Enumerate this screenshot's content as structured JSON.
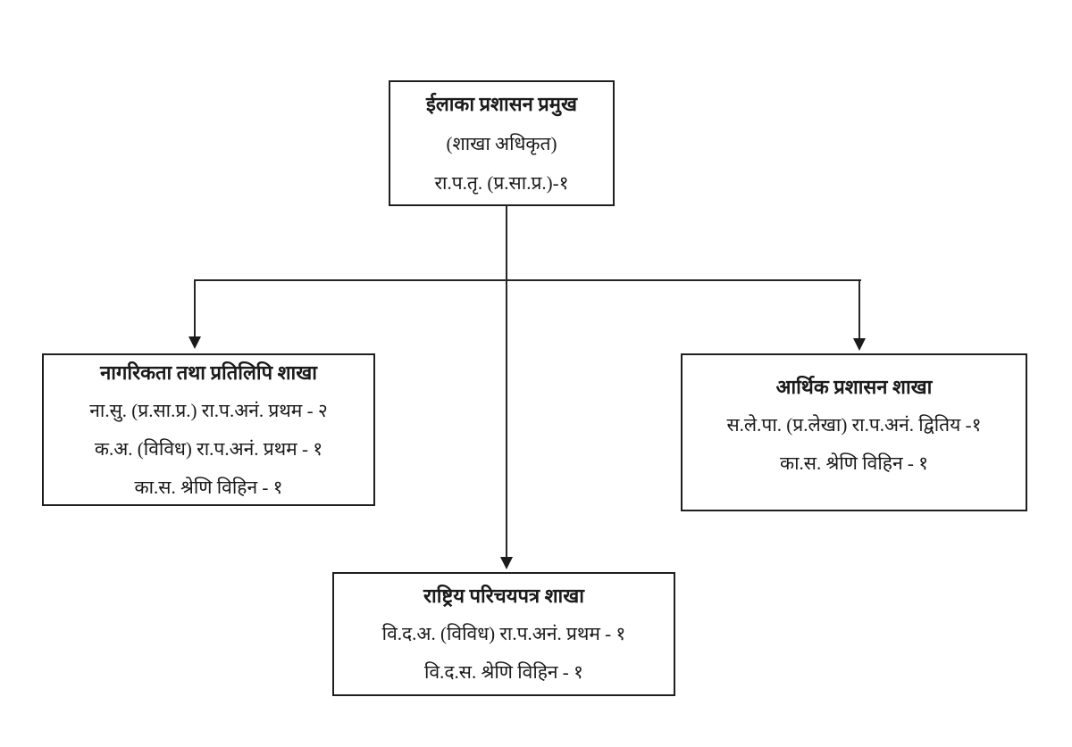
{
  "org_chart": {
    "root": {
      "title": "ईलाका प्रशासन प्रमुख",
      "subtitle": "(शाखा अधिकृत)",
      "position": "रा.प.तृ. (प्र.सा.प्र.)-१"
    },
    "branches": [
      {
        "id": "citizenship-branch",
        "title": "नागरिकता तथा प्रतिलिपि शाखा",
        "rows": [
          "ना.सु. (प्र.सा.प्र.) रा.प.अनं. प्रथम - २",
          "क.अ. (विविध) रा.प.अनं. प्रथम - १",
          "का.स. श्रेणि विहिन - १"
        ]
      },
      {
        "id": "economic-admin-branch",
        "title": "आर्थिक प्रशासन शाखा",
        "rows": [
          "स.ले.पा. (प्र.लेखा) रा.प.अनं. द्वितिय -१",
          "का.स. श्रेणि विहिन - १"
        ]
      },
      {
        "id": "national-id-branch",
        "title": "राष्ट्रिय परिचयपत्र शाखा",
        "rows": [
          "वि.द.अ. (विविध) रा.प.अनं. प्रथम - १",
          "वि.द.स. श्रेणि विहिन - १"
        ]
      }
    ],
    "colors": {
      "background": "#ffffff",
      "border": "#1f1f1f",
      "line": "#262626",
      "text": "#1a1a1a"
    }
  }
}
